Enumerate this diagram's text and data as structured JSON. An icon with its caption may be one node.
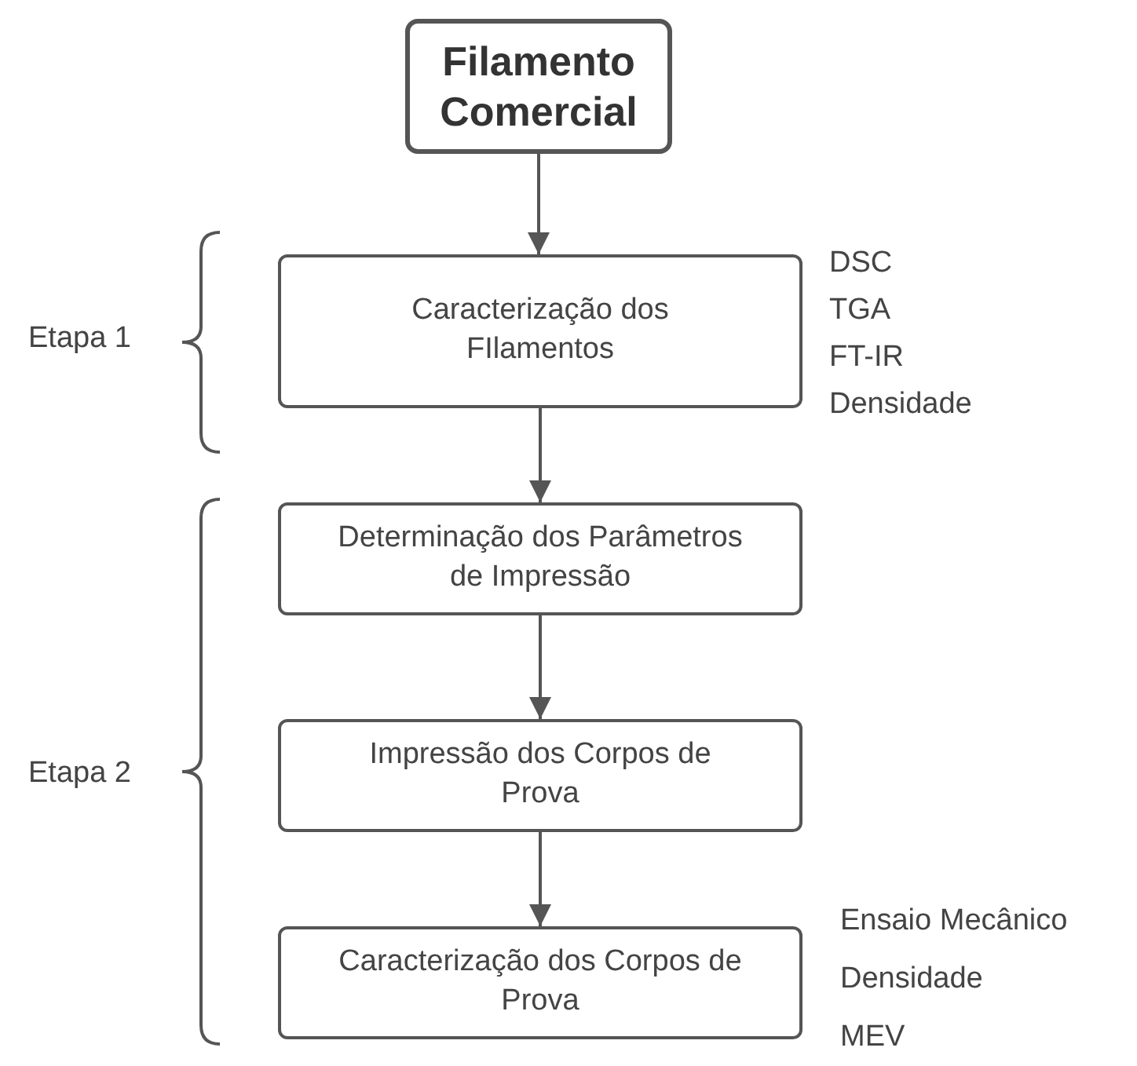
{
  "diagram": {
    "nodes": [
      {
        "text": [
          "Filamento Comercial"
        ]
      },
      {
        "text": [
          "Caracterização dos FIlamentos"
        ],
        "beside": [
          "DSC",
          "TGA",
          "FT-IR",
          "Densidade"
        ]
      },
      {
        "text": [
          "Determinação dos Parâmetros de Impressão"
        ]
      },
      {
        "text": [
          "Impressão dos Corpos de Prova"
        ]
      },
      {
        "text": [
          "Caracterização dos Corpos de Prova"
        ],
        "beside": [
          "Ensaio Mecânico",
          "Densidade",
          "MEV"
        ]
      }
    ],
    "edges": [
      {
        "from": 0,
        "to": 1,
        "arrow": "to"
      },
      {
        "from": 1,
        "to": 2,
        "arrow": "to"
      },
      {
        "from": 2,
        "to": 3,
        "arrow": "to"
      },
      {
        "from": 3,
        "to": 4,
        "arrow": "to"
      }
    ],
    "labels": [
      "Etapa 1",
      "Etapa 2"
    ]
  }
}
